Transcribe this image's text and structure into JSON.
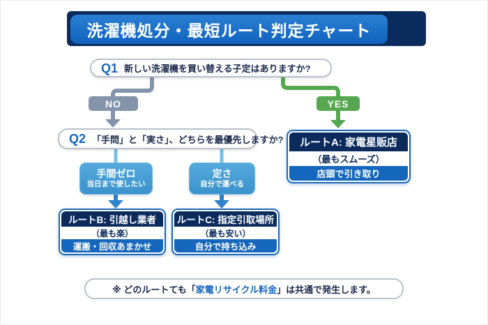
{
  "title": "洗濯機処分・最短ルート判定チャート",
  "q1": {
    "label": "Q1",
    "text": "新しい洗濯機を買い替える子定はありますか?"
  },
  "q2": {
    "label": "Q2",
    "text": "「手問」と「実さ」、どちらを最優先しますか?"
  },
  "branches": {
    "no": "NO",
    "yes": "YES"
  },
  "criteria": {
    "effort": {
      "title": "手間ゼロ",
      "subtitle": "当日まで使したい"
    },
    "cost": {
      "title": "定さ",
      "subtitle": "自分で運べる"
    }
  },
  "routes": {
    "a": {
      "title": "ルートA: 家電星販店",
      "tagline": "（最もスムーズ）",
      "detail": "店頭で引き取り"
    },
    "b": {
      "title": "ルートB: 引越し業者",
      "tagline": "（最も楽）",
      "detail": "運搬・回収あまかせ"
    },
    "c": {
      "title": "ルートC: 指定引取場所",
      "tagline": "（最も安い）",
      "detail": "自分で持ち込み"
    }
  },
  "note": {
    "prefix": "※ どのルートても「",
    "highlight": "家電リサイクル料金",
    "suffix": "」は共通で発生します。"
  },
  "colors": {
    "navy": "#0a2b5c",
    "primary_blue": "#1467bd",
    "light_blue_box": "#459dd4",
    "connector_light_blue": "#79c0e6",
    "arrow_blue": "#2e83c9",
    "slate_no": "#8494ab",
    "green_yes": "#55a84f"
  }
}
